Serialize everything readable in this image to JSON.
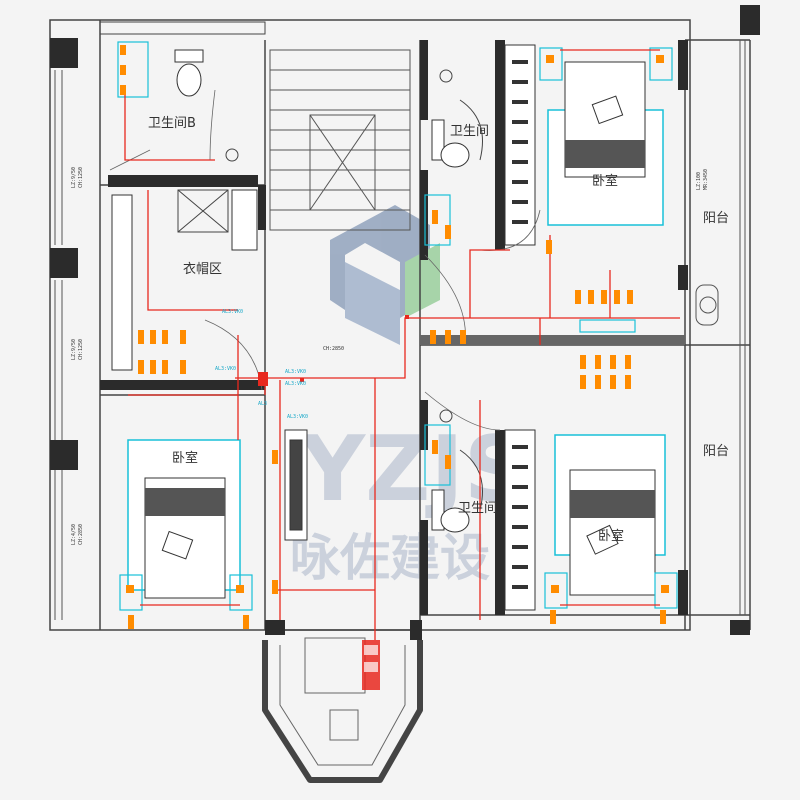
{
  "rooms": {
    "bathroom_b": "卫生间B",
    "bathroom_top": "卫生间",
    "bathroom_bottom": "卫生间",
    "closet": "衣帽区",
    "bedroom_top_right": "卧室",
    "bedroom_left": "卧室",
    "bedroom_bottom_right": "卧室",
    "balcony_top": "阳台",
    "balcony_bottom": "阳台"
  },
  "dimension_labels": {
    "left_1a": "LZ:9/50",
    "left_1b": "CH:1250",
    "left_2a": "LZ:9/50",
    "left_2b": "CH:1250",
    "left_3a": "LZ:4/50",
    "left_3b": "CH:2850",
    "right_1a": "LZ:100",
    "right_1b": "MR:3450",
    "center_ch": "CH:2850"
  },
  "elevation_tags": {
    "e1": "AL3:VK0",
    "e2": "AL3:VK0",
    "e3": "AL3:VK0",
    "e4": "AL3:VK0",
    "e5": "AL3:VK0",
    "e6": "AL3"
  },
  "watermark": {
    "latin": "YZJS",
    "chinese": "咏佐建设"
  },
  "colors": {
    "wall": "#2b2b2b",
    "circuit": "#e8281e",
    "device": "#ff8c00",
    "fixture": "#18c0d8",
    "background": "#f4f4f4",
    "watermark_blue": "#3a5a8c",
    "watermark_green": "#4caf50"
  }
}
